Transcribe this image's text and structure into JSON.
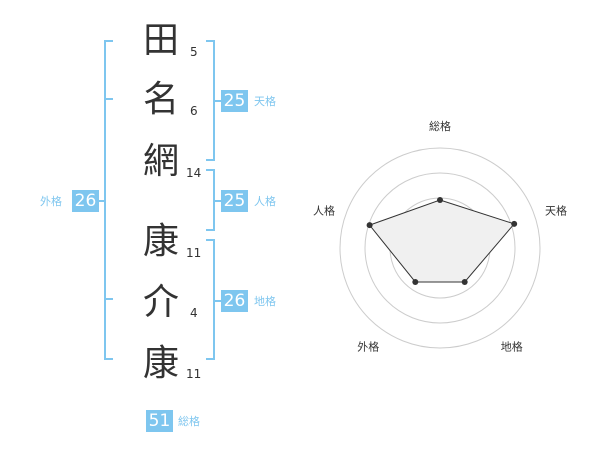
{
  "name": {
    "characters": [
      {
        "char": "田",
        "strokes": "5"
      },
      {
        "char": "名",
        "strokes": "6"
      },
      {
        "char": "網",
        "strokes": "14"
      },
      {
        "char": "康",
        "strokes": "11"
      },
      {
        "char": "介",
        "strokes": "4"
      },
      {
        "char": "康",
        "strokes": "11"
      }
    ]
  },
  "fortune": {
    "tenkaku": {
      "value": "25",
      "label": "天格"
    },
    "jinkaku": {
      "value": "25",
      "label": "人格"
    },
    "chikaku": {
      "value": "26",
      "label": "地格"
    },
    "gaikaku": {
      "value": "26",
      "label": "外格"
    },
    "soukaku": {
      "value": "51",
      "label": "総格"
    }
  },
  "chart_data": {
    "type": "radar",
    "axes": [
      "総格",
      "天格",
      "地格",
      "外格",
      "人格"
    ],
    "values": [
      0.48,
      0.78,
      0.42,
      0.42,
      0.74
    ],
    "rings": 4,
    "colors": {
      "accent": "#7ec6ef",
      "fill": "#f0f0f0",
      "line": "#333333",
      "ring": "#cccccc"
    }
  }
}
